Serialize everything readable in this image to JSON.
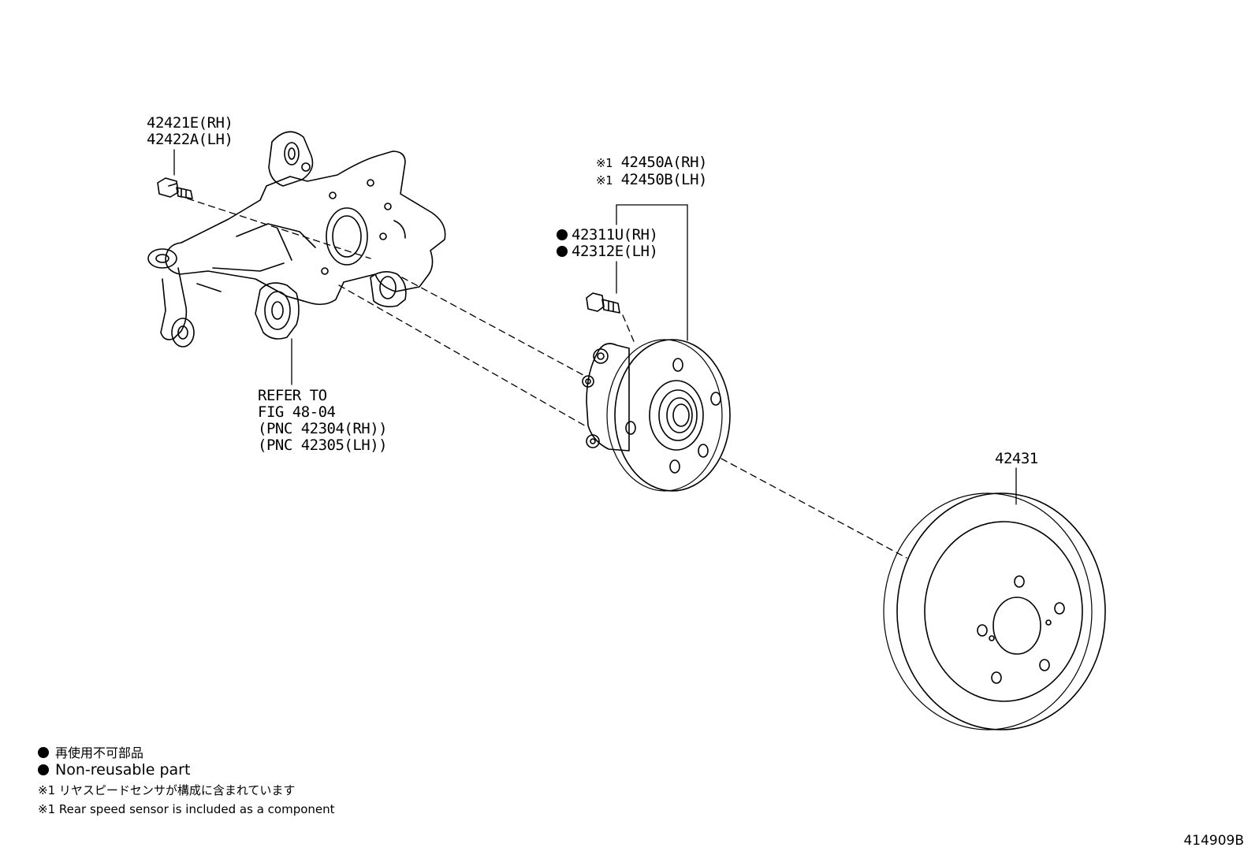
{
  "parts": {
    "carrier_bolt": [
      "42421E(RH)",
      "42422A(LH)"
    ],
    "hub_assy_mark": "※1",
    "hub_assy": [
      "42450A(RH)",
      "42450B(LH)"
    ],
    "hub_bolt": [
      "42311U(RH)",
      "42312E(LH)"
    ],
    "refer": [
      "REFER TO",
      "FIG 48-04",
      "(PNC 42304(RH))",
      "(PNC 42305(LH))"
    ],
    "disc": "42431"
  },
  "notes": {
    "non_reusable_jp": "再使用不可部品",
    "non_reusable_en": "Non-reusable part",
    "sensor_jp": "※1 リヤスピードセンサが構成に含まれています",
    "sensor_en": "※1 Rear speed sensor is included as a component"
  },
  "figure_id": "414909B"
}
